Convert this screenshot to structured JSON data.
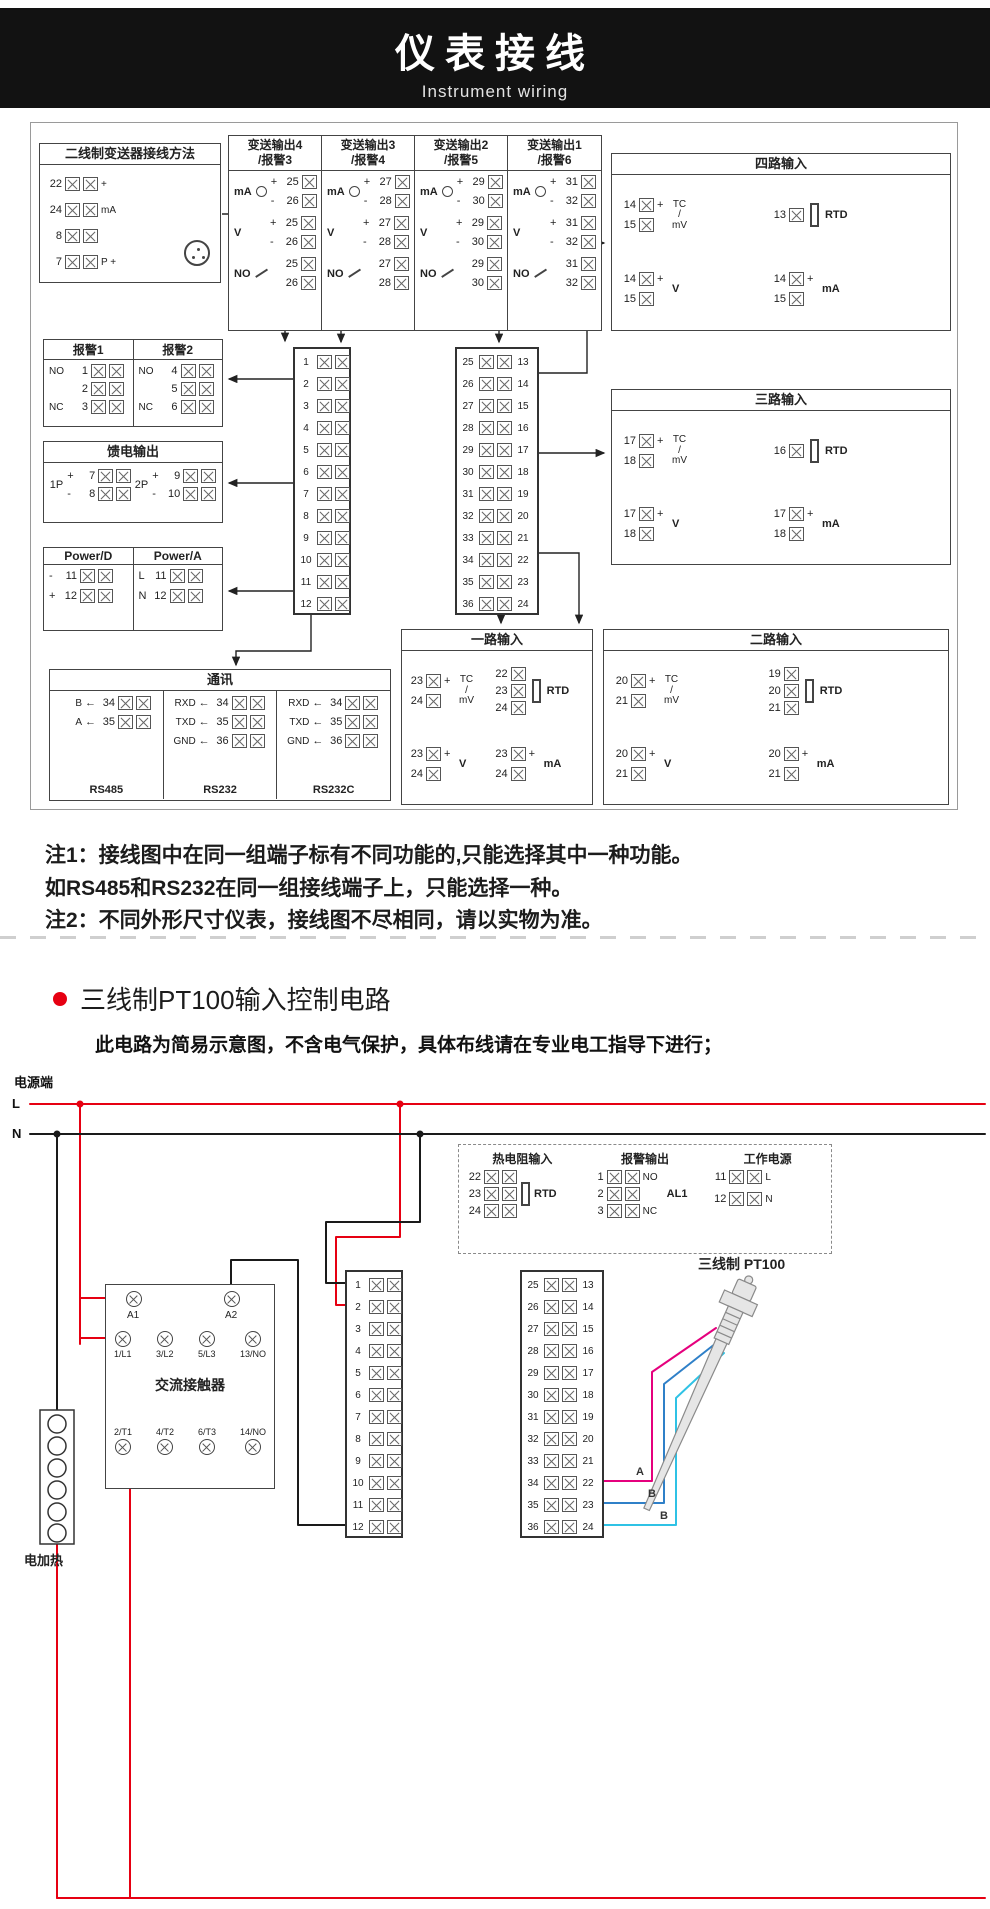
{
  "header": {
    "title": "仪表接线",
    "subtitle": "Instrument wiring"
  },
  "notes": {
    "line1": "注1：接线图中在同一组端子标有不同功能的,只能选择其中一种功能。",
    "line2": "如RS485和RS232在同一组接线端子上，只能选择一种。",
    "line3": "注2：不同外形尺寸仪表，接线图不尽相同，请以实物为准。"
  },
  "section2": {
    "heading": "三线制PT100输入控制电路",
    "note": "此电路为简易示意图，不含电气保护，具体布线请在专业电工指导下进行；",
    "power_label": "电源端",
    "l": "L",
    "n": "N",
    "pt100_label": "三线制 PT100",
    "heater_label": "电加热",
    "wire_labels": {
      "a": "A",
      "b1": "B",
      "b2": "B"
    },
    "contactor": {
      "title": "交流接触器",
      "coil": [
        {
          "label": "A1"
        },
        {
          "label": "A2"
        }
      ],
      "top": [
        {
          "label": "1/L1"
        },
        {
          "label": "3/L2"
        },
        {
          "label": "5/L3"
        },
        {
          "label": "13/NO"
        }
      ],
      "bottom": [
        {
          "label": "2/T1"
        },
        {
          "label": "4/T2"
        },
        {
          "label": "6/T3"
        },
        {
          "label": "14/NO"
        }
      ]
    },
    "panel": {
      "rtd": {
        "title": "热电阻输入",
        "rows": [
          {
            "n": "22"
          },
          {
            "n": "23"
          },
          {
            "n": "24"
          }
        ],
        "label": "RTD"
      },
      "alarm": {
        "title": "报警输出",
        "rows": [
          {
            "n": "1",
            "s": "NO"
          },
          {
            "n": "2",
            "s": ""
          },
          {
            "n": "3",
            "s": "NC"
          }
        ],
        "label": "AL1"
      },
      "power": {
        "title": "工作电源",
        "rows": [
          {
            "n": "11",
            "s": "L"
          },
          {
            "n": "12",
            "s": "N"
          }
        ]
      }
    }
  },
  "strip": {
    "left": [
      {
        "n": "1"
      },
      {
        "n": "2"
      },
      {
        "n": "3"
      },
      {
        "n": "4"
      },
      {
        "n": "5"
      },
      {
        "n": "6"
      },
      {
        "n": "7"
      },
      {
        "n": "8"
      },
      {
        "n": "9"
      },
      {
        "n": "10"
      },
      {
        "n": "11"
      },
      {
        "n": "12"
      }
    ],
    "right": [
      {
        "l": "25",
        "r": "13"
      },
      {
        "l": "26",
        "r": "14"
      },
      {
        "l": "27",
        "r": "15"
      },
      {
        "l": "28",
        "r": "16"
      },
      {
        "l": "29",
        "r": "17"
      },
      {
        "l": "30",
        "r": "18"
      },
      {
        "l": "31",
        "r": "19"
      },
      {
        "l": "32",
        "r": "20"
      },
      {
        "l": "33",
        "r": "21"
      },
      {
        "l": "34",
        "r": "22"
      },
      {
        "l": "35",
        "r": "23"
      },
      {
        "l": "36",
        "r": "24"
      }
    ]
  },
  "main": {
    "two_wire": {
      "title": "二线制变送器接线方法",
      "rows": [
        {
          "n": "22",
          "s": "+"
        },
        {
          "n": "24",
          "s": "mA"
        },
        {
          "n": "8",
          "s": ""
        },
        {
          "n": "7",
          "s": "P +"
        }
      ]
    },
    "out_labels": {
      "ma": "mA",
      "v": "V",
      "no": "NO",
      "plus": "+",
      "minus": "-"
    },
    "outputs": [
      {
        "title": "变送输出4",
        "sub": "/报警3",
        "t1": "25",
        "t2": "26"
      },
      {
        "title": "变送输出3",
        "sub": "/报警4",
        "t1": "27",
        "t2": "28"
      },
      {
        "title": "变送输出2",
        "sub": "/报警5",
        "t1": "29",
        "t2": "30"
      },
      {
        "title": "变送输出1",
        "sub": "/报警6",
        "t1": "31",
        "t2": "32"
      }
    ],
    "io_labels": {
      "tc": "TC",
      "slash": "/",
      "mv": "mV",
      "rtd": "RTD",
      "v": "V",
      "ma": "mA",
      "plus": "+"
    },
    "inputs": [
      {
        "title": "四路输入",
        "tc1": "14",
        "tc2": "15",
        "rtd": [
          {
            "n": "13"
          }
        ],
        "v1": "14",
        "v2": "15",
        "m1": "14",
        "m2": "15"
      },
      {
        "title": "三路输入",
        "tc1": "17",
        "tc2": "18",
        "rtd": [
          {
            "n": "16"
          }
        ],
        "v1": "17",
        "v2": "18",
        "m1": "17",
        "m2": "18"
      },
      {
        "title": "二路输入",
        "tc1": "20",
        "tc2": "21",
        "rtd": [
          {
            "n": "19"
          },
          {
            "n": "20"
          },
          {
            "n": "21"
          }
        ],
        "v1": "20",
        "v2": "21",
        "m1": "20",
        "m2": "21"
      },
      {
        "title": "一路输入",
        "tc1": "23",
        "tc2": "24",
        "rtd": [
          {
            "n": "22"
          },
          {
            "n": "23"
          },
          {
            "n": "24"
          }
        ],
        "v1": "23",
        "v2": "24",
        "m1": "23",
        "m2": "24"
      }
    ],
    "alarm": {
      "t1": "报警1",
      "t2": "报警2",
      "g1": [
        {
          "n": "1",
          "s": "NO"
        },
        {
          "n": "2",
          "s": ""
        },
        {
          "n": "3",
          "s": "NC"
        }
      ],
      "g2": [
        {
          "n": "4",
          "s": "NO"
        },
        {
          "n": "5",
          "s": ""
        },
        {
          "n": "6",
          "s": "NC"
        }
      ]
    },
    "feed": {
      "title": "馈电输出",
      "g1_label": "1P",
      "g2_label": "2P",
      "g1": [
        {
          "n": "7",
          "s": "+"
        },
        {
          "n": "8",
          "s": "-"
        }
      ],
      "g2": [
        {
          "n": "9",
          "s": "+"
        },
        {
          "n": "10",
          "s": "-"
        }
      ]
    },
    "power": {
      "t1": "Power/D",
      "t2": "Power/A",
      "d": [
        {
          "n": "11",
          "s": "-"
        },
        {
          "n": "12",
          "s": "+"
        }
      ],
      "a": [
        {
          "n": "11",
          "s": "L"
        },
        {
          "n": "12",
          "s": "N"
        }
      ]
    },
    "comm": {
      "title": "通讯",
      "arrow": "←",
      "rs485": {
        "label": "RS485",
        "rows": [
          {
            "s": "B",
            "n": "34"
          },
          {
            "s": "A",
            "n": "35"
          }
        ]
      },
      "rs232": {
        "label": "RS232",
        "rows": [
          {
            "s": "RXD",
            "n": "34"
          },
          {
            "s": "TXD",
            "n": "35"
          },
          {
            "s": "GND",
            "n": "36"
          }
        ]
      },
      "rs232c": {
        "label": "RS232C",
        "rows": [
          {
            "s": "RXD",
            "n": "34"
          },
          {
            "s": "TXD",
            "n": "35"
          },
          {
            "s": "GND",
            "n": "36"
          }
        ]
      }
    }
  }
}
